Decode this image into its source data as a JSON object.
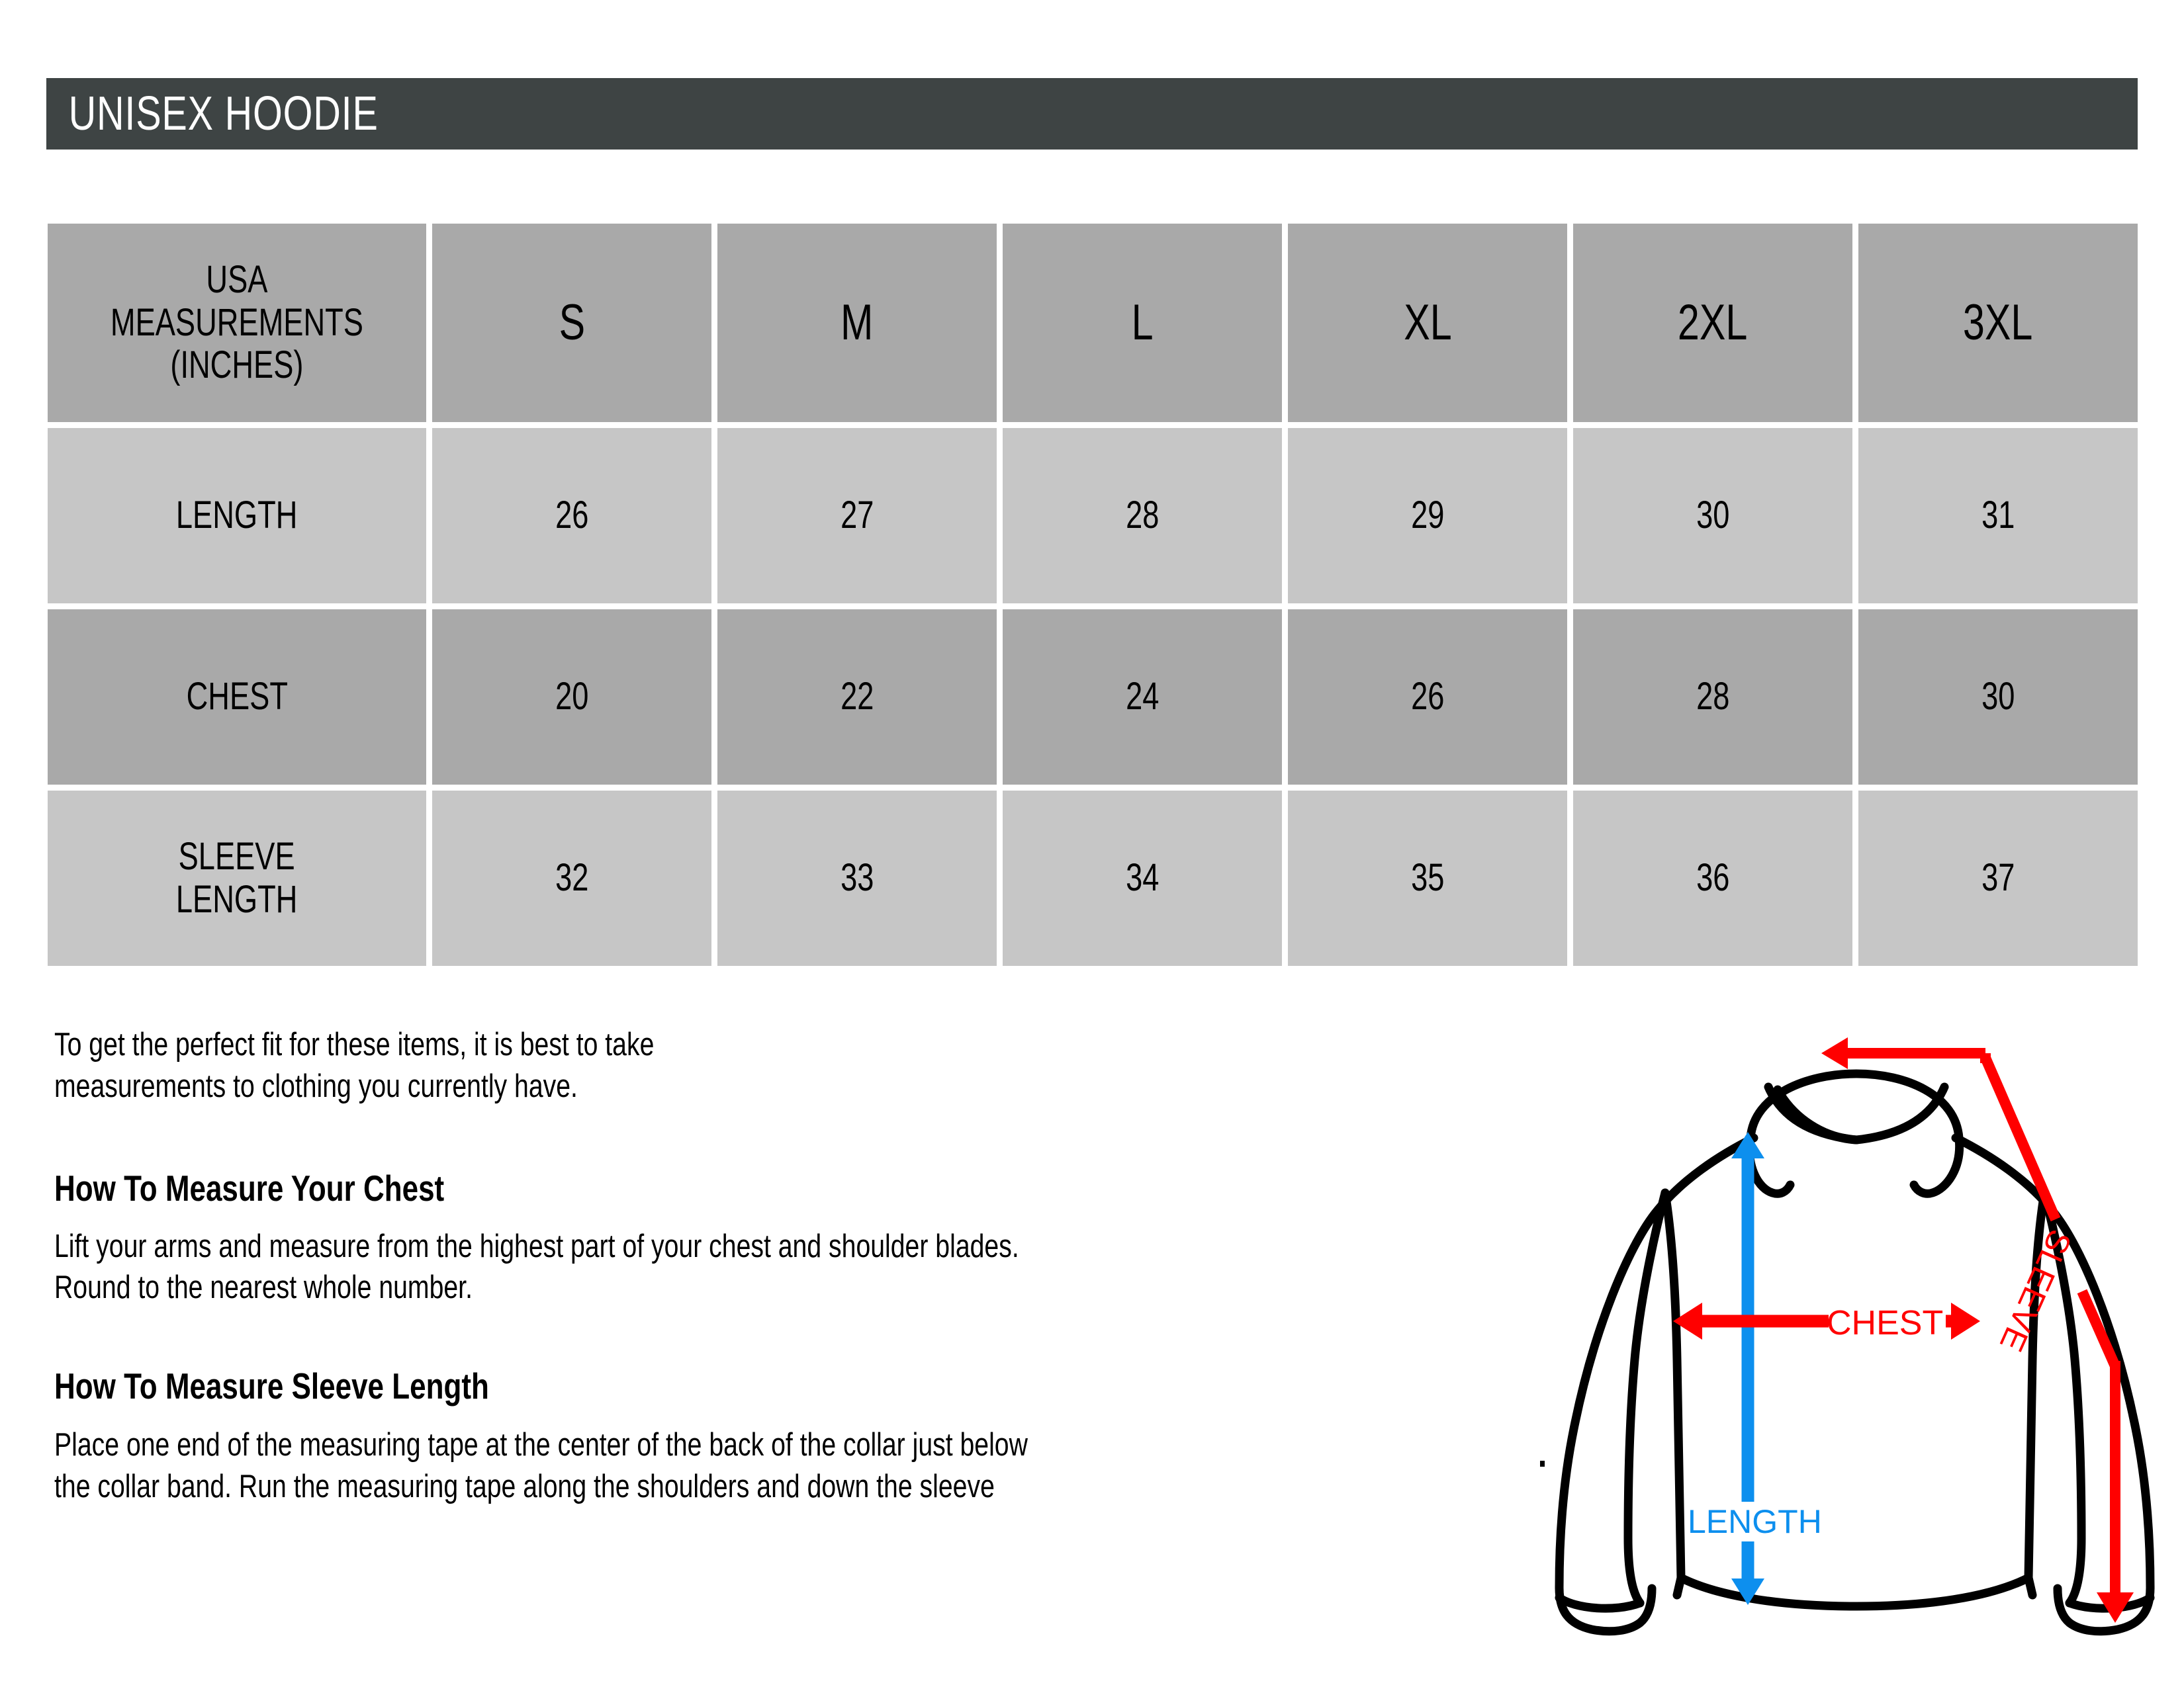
{
  "header": {
    "title": "UNISEX HOODIE",
    "bar_color": "#3E4444",
    "text_color": "#FFFFFF"
  },
  "table": {
    "row_dark_color": "#A9A9A9",
    "row_light_color": "#C6C6C6",
    "corner_label": "USA\nMEASUREMENTS\n(INCHES)",
    "sizes": [
      "S",
      "M",
      "L",
      "XL",
      "2XL",
      "3XL"
    ],
    "rows": [
      {
        "label": "LENGTH",
        "values": [
          "26",
          "27",
          "28",
          "29",
          "30",
          "31"
        ]
      },
      {
        "label": "CHEST",
        "values": [
          "20",
          "22",
          "24",
          "26",
          "28",
          "30"
        ]
      },
      {
        "label": "SLEEVE\nLENGTH",
        "values": [
          "32",
          "33",
          "34",
          "35",
          "36",
          "37"
        ]
      }
    ]
  },
  "instructions": {
    "intro": "To get the perfect fit for these items, it is best to take\nmeasurements to clothing you currently have.",
    "chest_heading": "How To Measure Your Chest",
    "chest_body": "Lift your arms and measure from the highest part of your chest and shoulder blades.\nRound to the nearest whole number.",
    "sleeve_heading": "How To Measure Sleeve Length",
    "sleeve_body": "Place one end of the measuring tape at the center of the back of the collar just below\nthe collar band. Run the measuring tape along the shoulders and down the sleeve"
  },
  "diagram": {
    "chest_label": "CHEST",
    "sleeve_label": "SLEEVE",
    "length_label": "LENGTH",
    "chest_color": "#FF0000",
    "sleeve_color": "#FF0000",
    "length_color": "#0D8FEE",
    "garment_outline_color": "#000000"
  }
}
